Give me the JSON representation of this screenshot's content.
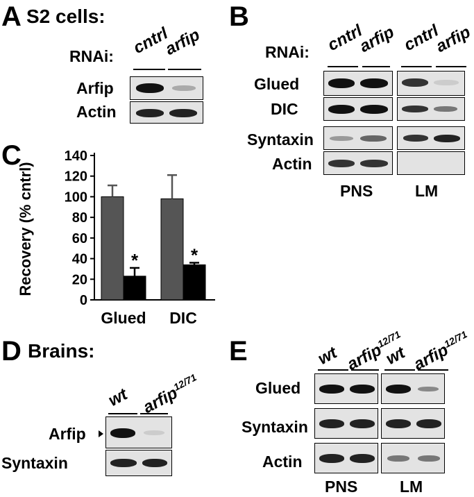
{
  "panel_a": {
    "letter": "A",
    "title": "S2 cells:",
    "rnai_label": "RNAi:",
    "lanes": [
      "cntrl",
      "arfip"
    ],
    "rows": [
      "Arfip",
      "Actin"
    ]
  },
  "panel_b": {
    "letter": "B",
    "rnai_label": "RNAi:",
    "lanes": [
      "cntrl",
      "arfip",
      "cntrl",
      "arfip"
    ],
    "rows": [
      "Glued",
      "DIC",
      "Syntaxin",
      "Actin"
    ],
    "fractions": [
      "PNS",
      "LM"
    ]
  },
  "panel_c": {
    "letter": "C",
    "chart_data": {
      "type": "bar",
      "categories": [
        "Glued",
        "DIC"
      ],
      "ylabel": "Recovery (% cntrl)",
      "ylim": [
        0,
        140
      ],
      "yticks": [
        0,
        20,
        40,
        60,
        80,
        100,
        120,
        140
      ],
      "series": [
        {
          "values": [
            100,
            98
          ],
          "errors": [
            11,
            23
          ],
          "color": "#555555"
        },
        {
          "values": [
            23,
            34
          ],
          "errors": [
            8,
            2
          ],
          "color": "#000000"
        }
      ],
      "significance_marker": "*"
    }
  },
  "panel_d": {
    "letter": "D",
    "title": "Brains:",
    "lanes": [
      "wt",
      "arfip",
      "12/71"
    ],
    "rows": [
      "Arfip",
      "Syntaxin"
    ]
  },
  "panel_e": {
    "letter": "E",
    "lanes": [
      "wt",
      "arfip",
      "12/71"
    ],
    "rows": [
      "Glued",
      "Syntaxin",
      "Actin"
    ],
    "fractions": [
      "PNS",
      "LM"
    ]
  }
}
